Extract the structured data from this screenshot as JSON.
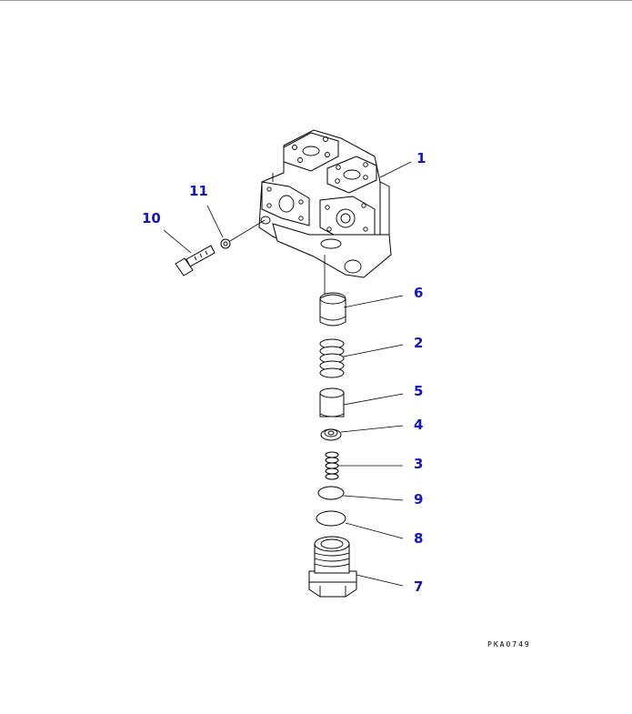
{
  "callouts": [
    {
      "id": "1",
      "label": "1"
    },
    {
      "id": "2",
      "label": "2"
    },
    {
      "id": "3",
      "label": "3"
    },
    {
      "id": "4",
      "label": "4"
    },
    {
      "id": "5",
      "label": "5"
    },
    {
      "id": "6",
      "label": "6"
    },
    {
      "id": "7",
      "label": "7"
    },
    {
      "id": "8",
      "label": "8"
    },
    {
      "id": "9",
      "label": "9"
    },
    {
      "id": "10",
      "label": "10"
    },
    {
      "id": "11",
      "label": "11"
    }
  ],
  "drawing_code": "PKA0749",
  "colors": {
    "callout": "#1414c8",
    "line": "#000000",
    "background": "#ffffff"
  }
}
